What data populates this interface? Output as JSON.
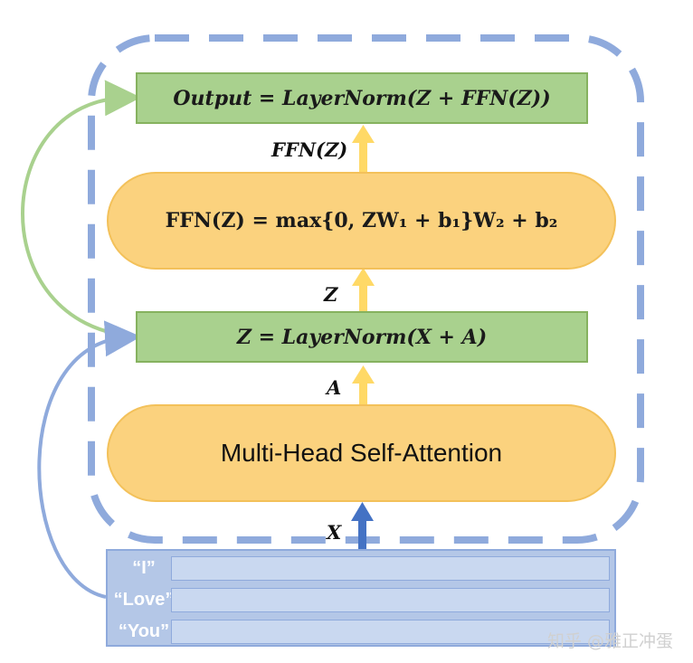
{
  "output_box": {
    "formula": "Output = LayerNorm(Z + FFN(Z))"
  },
  "ffn_label": "FFN(Z)",
  "ffn_box": {
    "formula": "FFN(Z) = max{0, ZW₁ + b₁}W₂ + b₂"
  },
  "z_label": "Z",
  "norm_box": {
    "formula": "Z = LayerNorm(X + A)"
  },
  "a_label": "A",
  "attention_box": {
    "label": "Multi-Head Self-Attention"
  },
  "x_label": "X",
  "tokens": [
    "“I”",
    "“Love”",
    "“You”"
  ],
  "watermark": "知乎 @雅正冲蛋",
  "colors": {
    "dashed_border": "#8faadc",
    "green_box": "#a9d18e",
    "yellow_box": "#fbd27e",
    "yellow_arrow": "#ffd966",
    "blue_arrow": "#4472c4",
    "residual_green": "#a9d18e",
    "residual_blue": "#8faadc",
    "input_block": "#b4c7e7"
  }
}
